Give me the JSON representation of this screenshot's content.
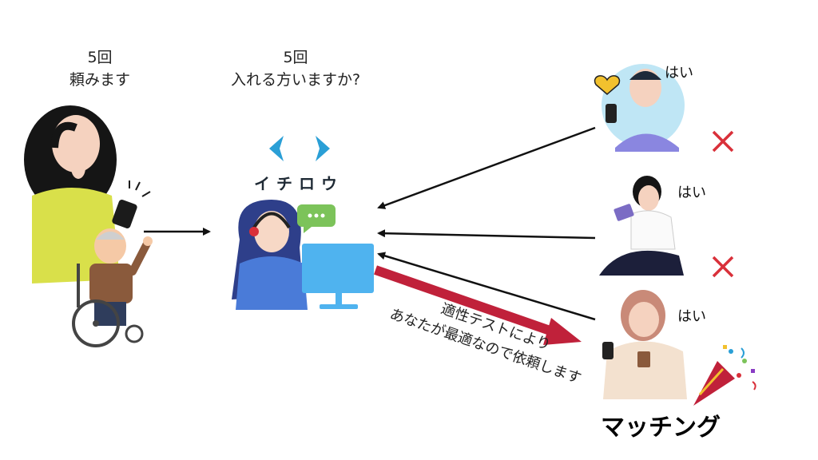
{
  "requester": {
    "count": "5回",
    "text": "頼みます"
  },
  "service": {
    "count": "5回",
    "text": "入れる方いますか?",
    "brand": "イチロウ"
  },
  "helpers": [
    {
      "answer": "はい",
      "result": "cross"
    },
    {
      "answer": "はい",
      "result": "cross"
    },
    {
      "answer": "はい",
      "result": "match"
    }
  ],
  "matching_note": {
    "line1": "適性テストにより",
    "line2": "あなたが最適なので依頼します"
  },
  "matching_label": "マッチング",
  "colors": {
    "red_arrow": "#c0213a",
    "cross": "#d9303a",
    "chevron": "#2a9fd6"
  }
}
